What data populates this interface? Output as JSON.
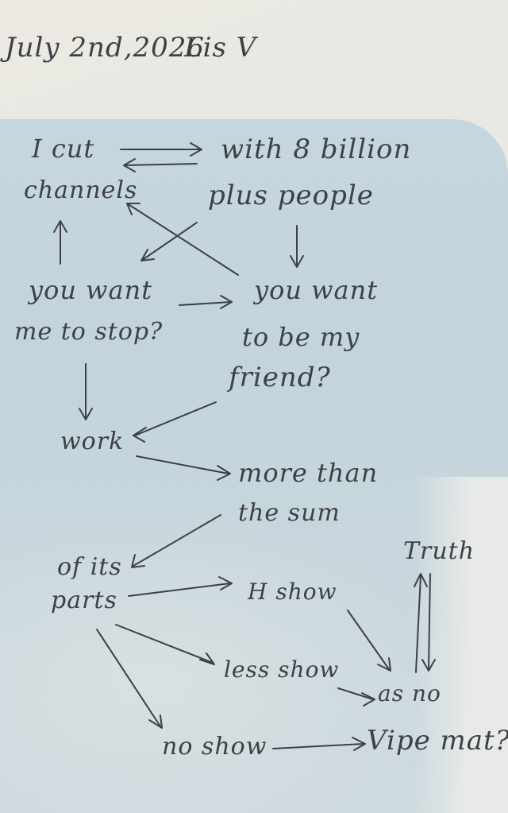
{
  "header": {
    "date": "July 2nd,2026",
    "author": "Lis V"
  },
  "nodes": {
    "i_cut": "I cut",
    "channels": "channels",
    "with_8_billion": "with 8 billion",
    "plus_people": "plus people",
    "you_want_1": "you want",
    "me_to_stop": "me to stop?",
    "you_want_2": "you want",
    "to_be_my": "to be my",
    "friend": "friend?",
    "work": "work",
    "more_than": "more than",
    "the_sum": "the sum",
    "of_its": "of its",
    "parts": "parts",
    "h_show": "H show",
    "less_show": "less show",
    "no_show": "no show",
    "truth": "Truth",
    "as_no": "as no",
    "vipe_mat": "Vipe mat?"
  },
  "colors": {
    "ink": "#3d4047",
    "paper": "#e9e8e2",
    "blue_paper": "#c6d6de"
  }
}
